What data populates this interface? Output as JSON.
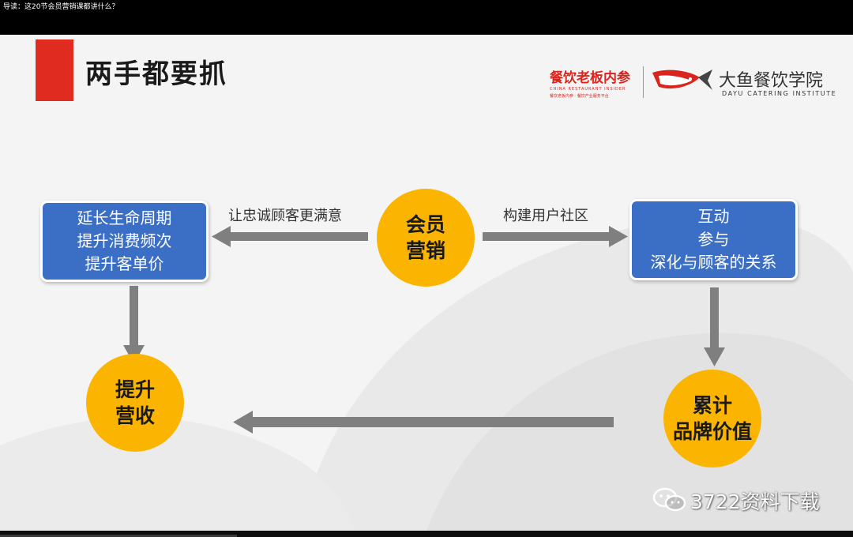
{
  "window": {
    "title": "导读：这20节会员营销课都讲什么？"
  },
  "slide": {
    "title": "两手都要抓",
    "logo": {
      "brand1": "餐饮老板内参",
      "brand1_sub1": "CHINA RESTAURANT INSIDER",
      "brand1_sub2": "餐饮老板内参 · 餐饮产业服务平台",
      "brand2": "大鱼餐饮学院",
      "brand2_sub": "DAYU CATERING INSTITUTE"
    },
    "center_circle": [
      "会员",
      "营销"
    ],
    "left_box": [
      "延长生命周期",
      "提升消费频次",
      "提升客单价"
    ],
    "right_box": [
      "互动",
      "参与",
      "深化与顾客的关系"
    ],
    "left_arrow_label": "让忠诚顾客更满意",
    "right_arrow_label": "构建用户社区",
    "bottom_left_circle": [
      "提升",
      "营收"
    ],
    "bottom_right_circle": [
      "累计",
      "品牌价值"
    ]
  },
  "watermark": "3722资料下载",
  "colors": {
    "accent_red": "#e02b20",
    "box_blue": "#3b6fc6",
    "circle_yellow": "#fbb400",
    "arrow_gray": "#7f7f7f"
  },
  "icons": [
    "wechat-icon",
    "fish-logo-icon"
  ]
}
